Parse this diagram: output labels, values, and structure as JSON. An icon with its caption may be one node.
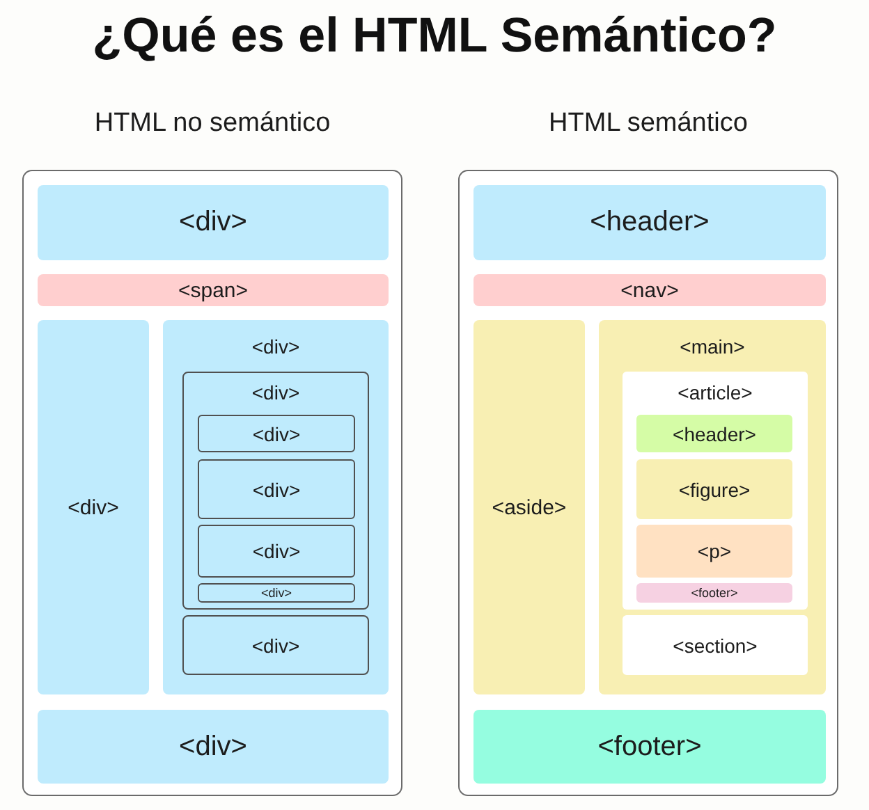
{
  "diagram": {
    "title": "¿Qué es el HTML Semántico?",
    "nodes": [
      {
        "text": [
          "HTML no semántico"
        ]
      },
      {
        "text": [
          "<div>"
        ],
        "in": 0
      },
      {
        "text": [
          "<span>"
        ],
        "in": 0
      },
      {
        "text": [
          "<div>"
        ],
        "in": 0
      },
      {
        "text": [
          "<div>"
        ],
        "in": 0
      },
      {
        "text": [
          "<div>"
        ],
        "in": 4
      },
      {
        "text": [
          "<div>"
        ],
        "in": 5
      },
      {
        "text": [
          "<div>"
        ],
        "in": 5
      },
      {
        "text": [
          "<div>"
        ],
        "in": 5
      },
      {
        "text": [
          "<div>"
        ],
        "in": 5
      },
      {
        "text": [
          "<div>"
        ],
        "in": 4
      },
      {
        "text": [
          "<div>"
        ],
        "in": 0
      },
      {
        "text": [
          "HTML semántico"
        ]
      },
      {
        "text": [
          "<header>"
        ],
        "in": 12
      },
      {
        "text": [
          "<nav>"
        ],
        "in": 12
      },
      {
        "text": [
          "<aside>"
        ],
        "in": 12
      },
      {
        "text": [
          "<main>"
        ],
        "in": 12
      },
      {
        "text": [
          "<article>"
        ],
        "in": 16
      },
      {
        "text": [
          "<header>"
        ],
        "in": 17
      },
      {
        "text": [
          "<figure>"
        ],
        "in": 17
      },
      {
        "text": [
          "<p>"
        ],
        "in": 17
      },
      {
        "text": [
          "<footer>"
        ],
        "in": 17
      },
      {
        "text": [
          "<section>"
        ],
        "in": 16
      },
      {
        "text": [
          "<footer>"
        ],
        "in": 12
      }
    ]
  }
}
